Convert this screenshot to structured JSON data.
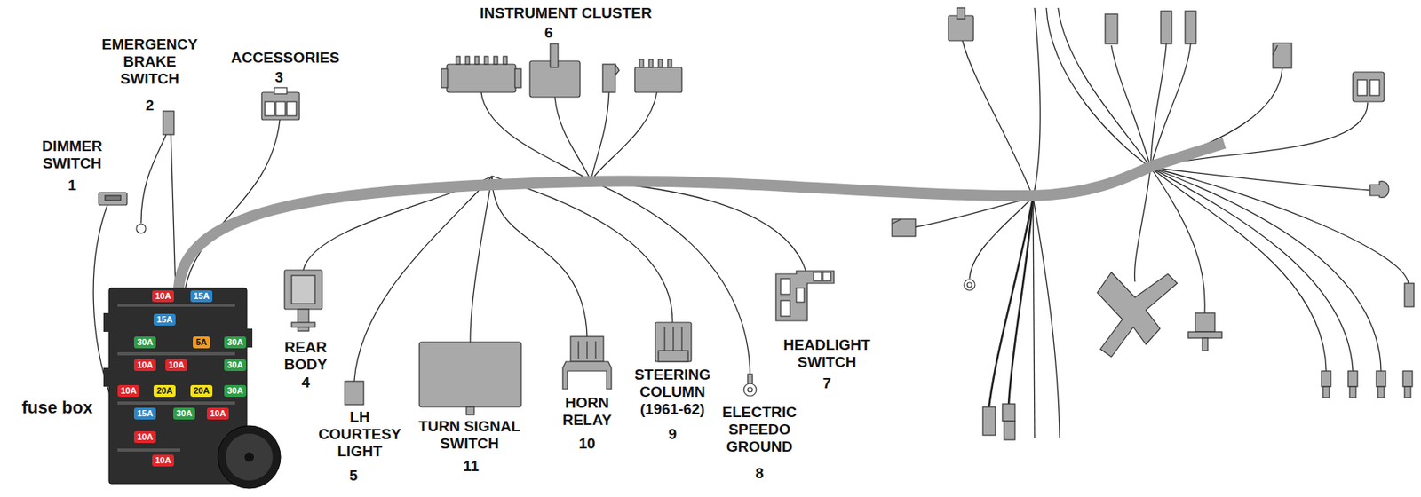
{
  "diagram": {
    "nodes": [
      {
        "text": [
          "10A"
        ]
      },
      {
        "text": [
          "15A"
        ]
      },
      {
        "text": [
          "15A"
        ]
      },
      {
        "text": [
          "30A"
        ]
      },
      {
        "text": [
          "5A"
        ]
      },
      {
        "text": [
          "30A"
        ]
      },
      {
        "text": [
          "10A"
        ]
      },
      {
        "text": [
          "10A"
        ]
      },
      {
        "text": [
          "30A"
        ]
      },
      {
        "text": [
          "10A"
        ]
      },
      {
        "text": [
          "20A"
        ]
      },
      {
        "text": [
          "20A"
        ]
      },
      {
        "text": [
          "30A"
        ]
      },
      {
        "text": [
          "15A"
        ]
      },
      {
        "text": [
          "30A"
        ]
      },
      {
        "text": [
          "10A"
        ]
      },
      {
        "text": [
          "10A"
        ]
      },
      {
        "text": [
          "10A"
        ]
      }
    ],
    "labels": [
      "DIMMER SWITCH",
      "1",
      "EMERGENCY BRAKE SWITCH",
      "2",
      "ACCESSORIES",
      "3",
      "INSTRUMENT CLUSTER",
      "6",
      "fuse box",
      "REAR BODY",
      "4",
      "LH COURTESY LIGHT",
      "5",
      "TURN SIGNAL SWITCH",
      "11",
      "HORN RELAY",
      "10",
      "STEERING COLUMN (1961-62)",
      "9",
      "ELECTRIC SPEEDO GROUND",
      "8",
      "HEADLIGHT SWITCH",
      "7"
    ]
  }
}
